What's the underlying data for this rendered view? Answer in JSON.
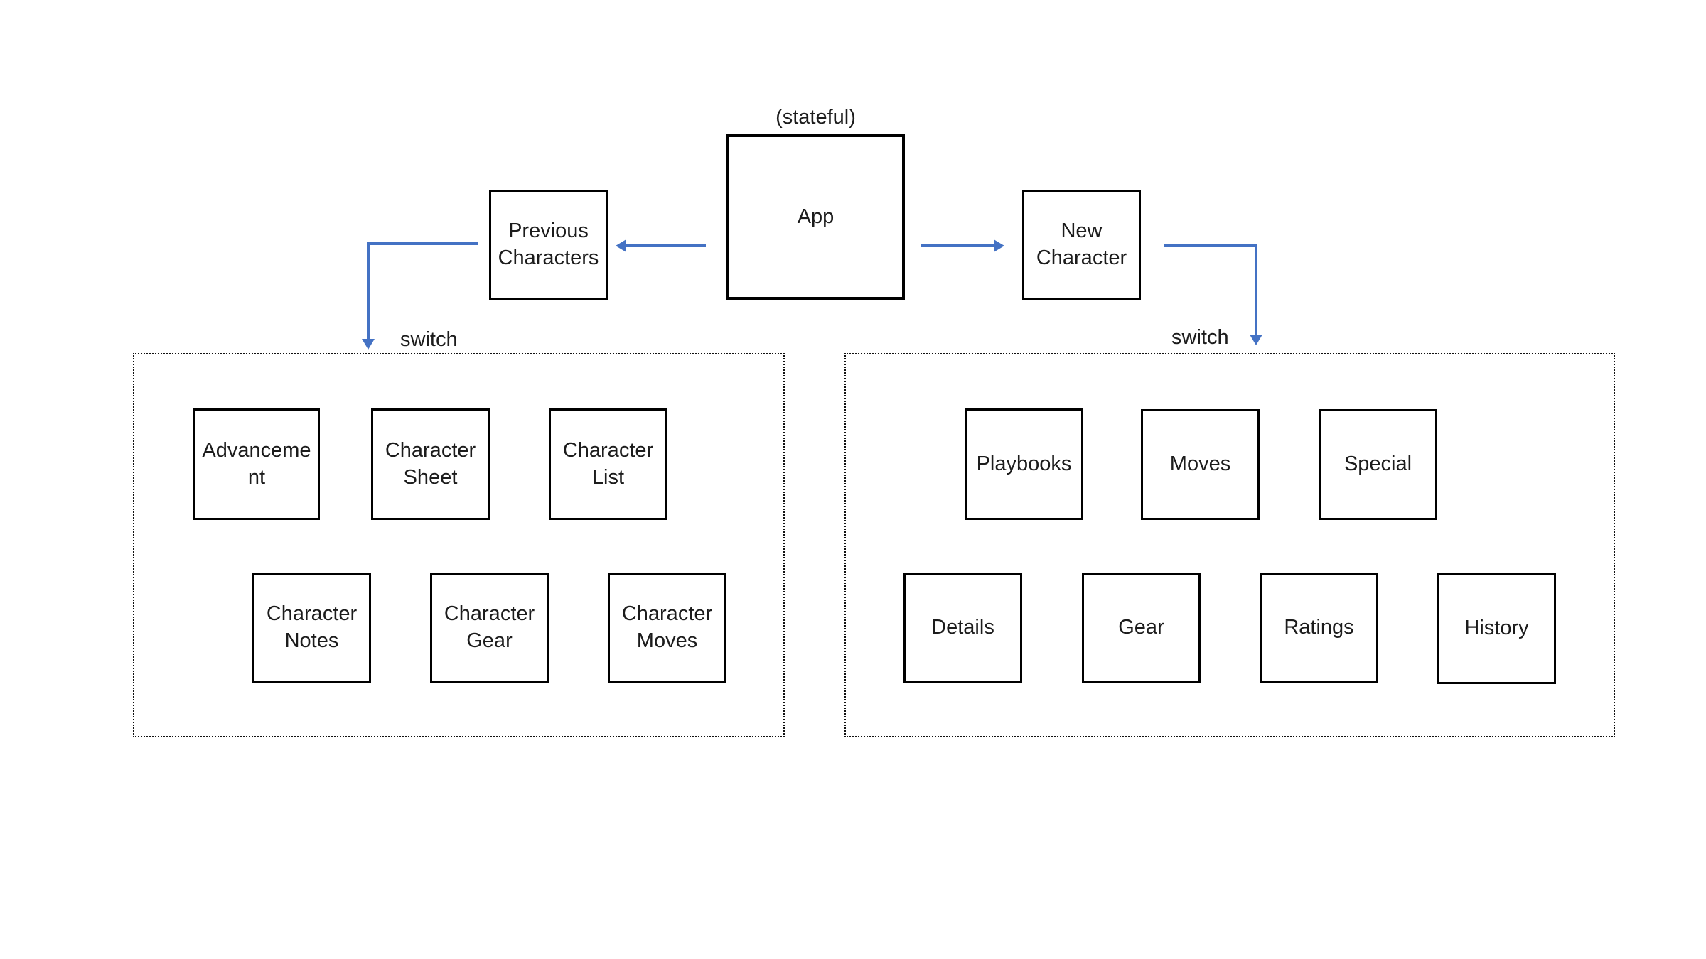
{
  "diagram": {
    "stateful_label": "(stateful)",
    "nodes": {
      "app": "App",
      "previous_characters": "Previous Characters",
      "new_character": "New Character"
    },
    "switch_labels": {
      "left": "switch",
      "right": "switch"
    },
    "left_panel_boxes": [
      "Advancement",
      "Character Sheet",
      "Character List",
      "Character Notes",
      "Character Gear",
      "Character Moves"
    ],
    "right_panel_boxes": [
      "Playbooks",
      "Moves",
      "Special",
      "Details",
      "Gear",
      "Ratings",
      "History"
    ]
  },
  "colors": {
    "arrow": "#4472C4",
    "border": "#000000",
    "panel_border": "#111111",
    "text": "#1c1c1c",
    "background": "#ffffff"
  }
}
